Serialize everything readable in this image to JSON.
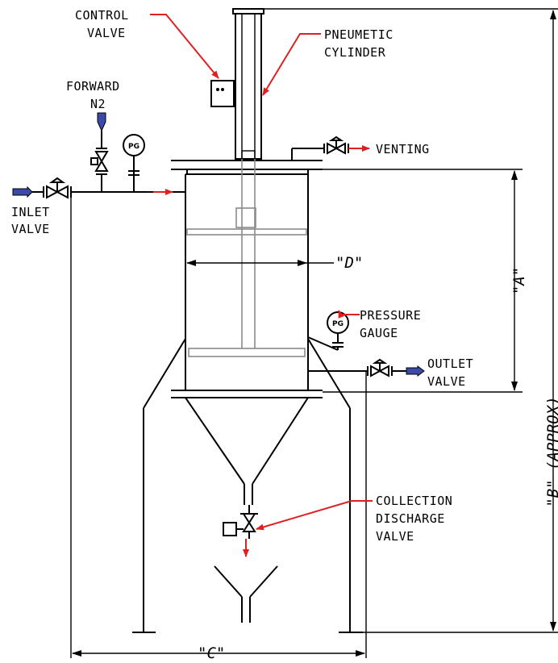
{
  "labels": {
    "control_valve": [
      "CONTROL",
      "VALVE"
    ],
    "pneumatic_cylinder": [
      "PNEUMETIC",
      "CYLINDER"
    ],
    "forward_n2": [
      "FORWARD",
      "N2"
    ],
    "venting": "VENTING",
    "inlet_valve": [
      "INLET",
      "VALVE"
    ],
    "pressure_gauge": [
      "PRESSURE",
      "GAUGE"
    ],
    "outlet_valve": [
      "OUTLET",
      "VALVE"
    ],
    "collection_discharge_valve": [
      "COLLECTION",
      "DISCHARGE",
      "VALVE"
    ],
    "gauge_tag": "PG"
  },
  "dimensions": {
    "d": "\"D\"",
    "a": "\"A\"",
    "b": "\"B\" (APPROX)",
    "c": "\"C\""
  },
  "colors": {
    "flow_arrow": "#e02020",
    "nitrogen_arrow": "#3b4aa8",
    "line": "#000000",
    "agitator": "#8a8a8a"
  }
}
